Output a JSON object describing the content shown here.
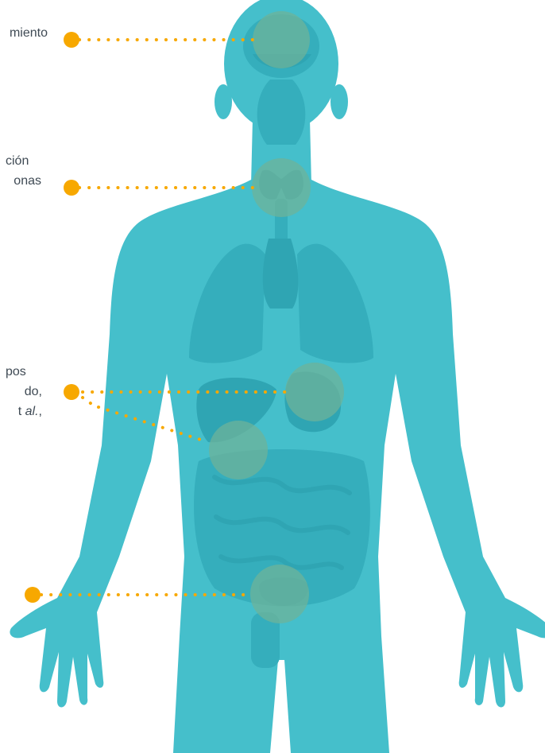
{
  "colors": {
    "background": "#ffffff",
    "body": "#45bfcb",
    "organ_dark": "#2fa5b3",
    "organ_mid": "#35aebc",
    "highlight": "#6db39a",
    "connector": "#f7a800",
    "text": "#3f4a54"
  },
  "labels": [
    {
      "id": "brain",
      "lines": [
        "miento"
      ]
    },
    {
      "id": "thyroid",
      "lines": [
        "ción",
        "onas"
      ]
    },
    {
      "id": "digestive",
      "lines": [
        "pos",
        "do,",
        "t al.,"
      ],
      "italic_fragment": "al."
    }
  ],
  "markers": [
    {
      "id": "brain",
      "organ": "brain"
    },
    {
      "id": "thyroid",
      "organ": "thyroid"
    },
    {
      "id": "stomach",
      "organ": "stomach"
    },
    {
      "id": "liver",
      "organ": "liver"
    },
    {
      "id": "bladder",
      "organ": "bladder"
    }
  ]
}
